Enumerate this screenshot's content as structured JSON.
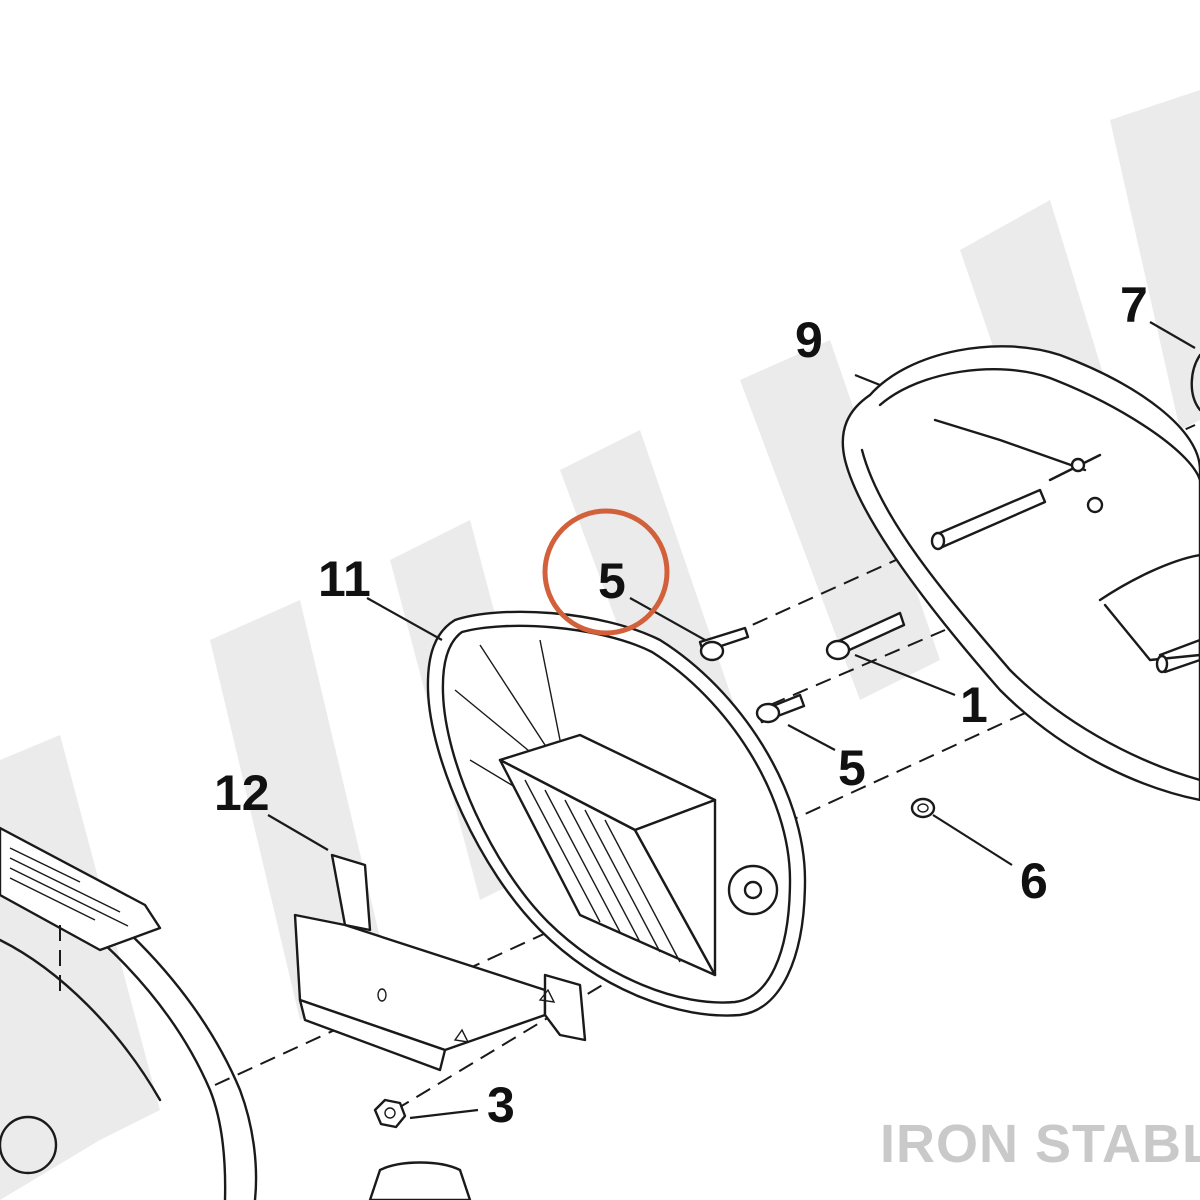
{
  "diagram": {
    "callouts": [
      {
        "id": "c1",
        "label": "1"
      },
      {
        "id": "c3",
        "label": "3"
      },
      {
        "id": "c5a",
        "label": "5"
      },
      {
        "id": "c5b",
        "label": "5"
      },
      {
        "id": "c6",
        "label": "6"
      },
      {
        "id": "c7",
        "label": "7"
      },
      {
        "id": "c9",
        "label": "9"
      },
      {
        "id": "c11",
        "label": "11"
      },
      {
        "id": "c12",
        "label": "12"
      }
    ],
    "highlight_color": "#d2603a"
  },
  "watermark": {
    "brand": "IRON STABLE",
    "color": "#c9c9c9"
  }
}
